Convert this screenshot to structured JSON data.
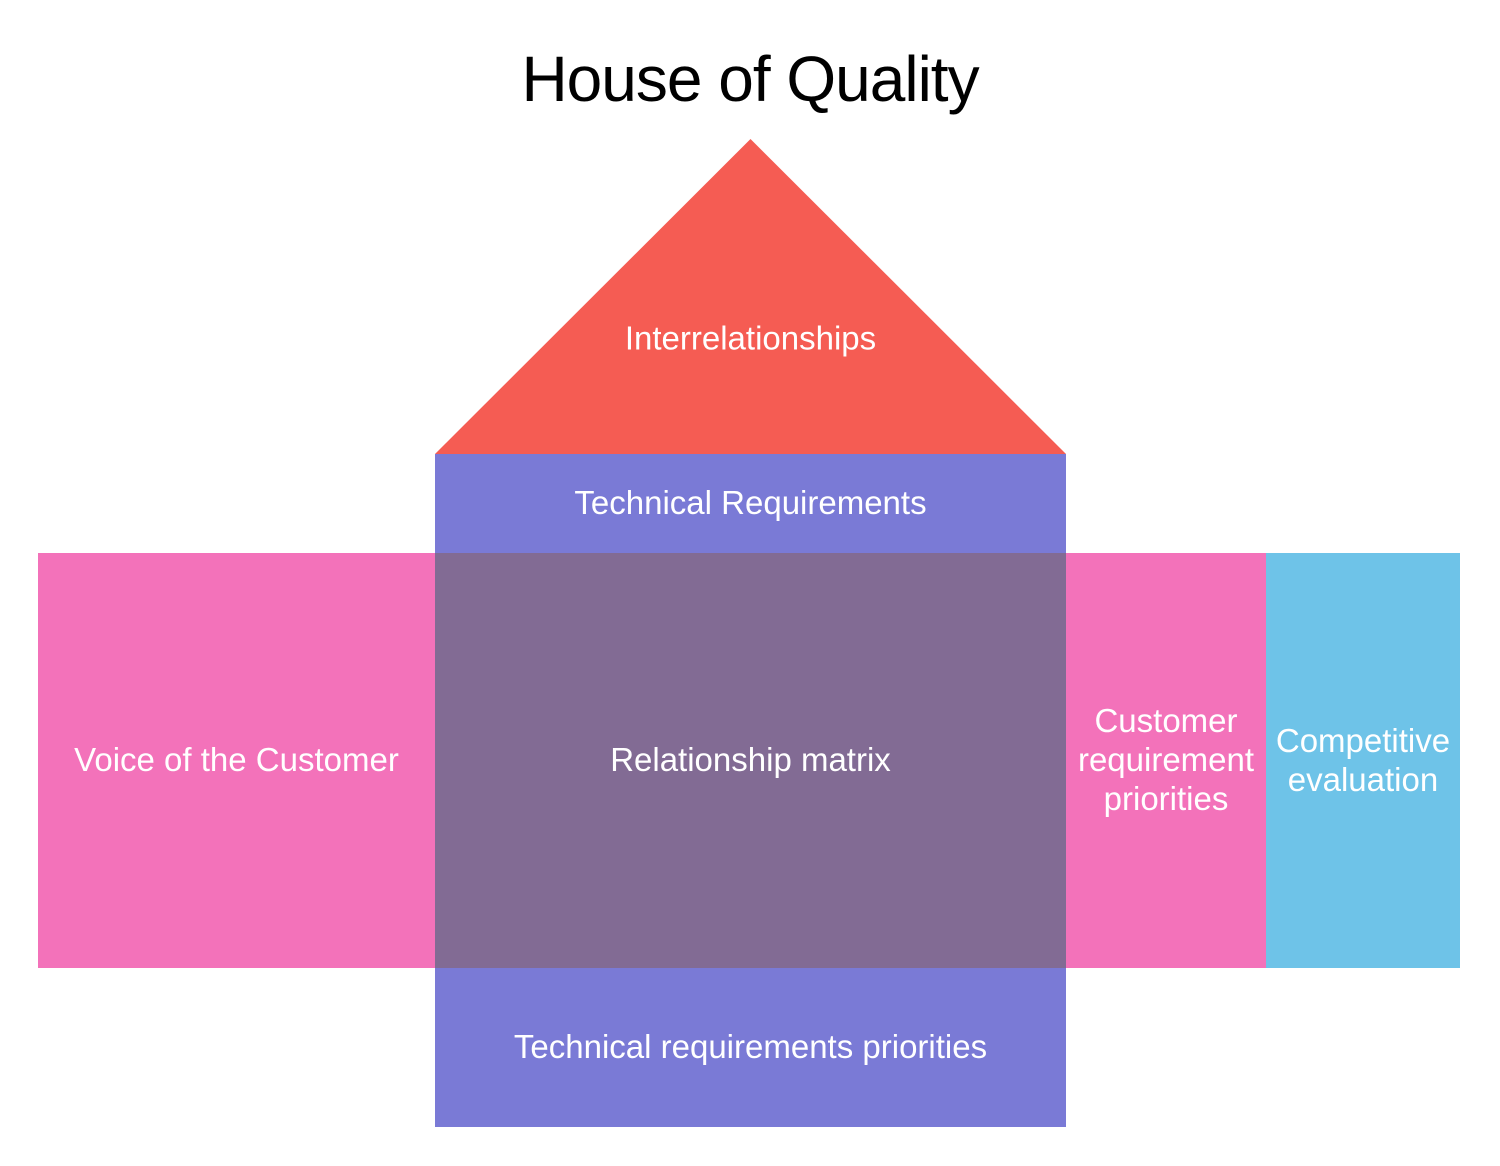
{
  "title": "House of Quality",
  "colors": {
    "background": "#ffffff",
    "title_text": "#000000",
    "label_text": "#ffffff",
    "roof_red": "#F55C53",
    "purple": "#7A7AD6",
    "pink": "#F372BA",
    "overlap_mauve": "#826B94",
    "blue": "#6EC3E8"
  },
  "regions": {
    "roof": {
      "label": "Interrelationships"
    },
    "technical_requirements": {
      "label": "Technical Requirements"
    },
    "voice_of_customer": {
      "label": "Voice of the Customer"
    },
    "relationship_matrix": {
      "label": "Relationship matrix"
    },
    "customer_requirement_priorities": {
      "label": "Customer\nrequirement\npriorities"
    },
    "competitive_evaluation": {
      "label": "Competitive\nevaluation"
    },
    "technical_requirements_priorities": {
      "label": "Technical requirements priorities"
    }
  }
}
